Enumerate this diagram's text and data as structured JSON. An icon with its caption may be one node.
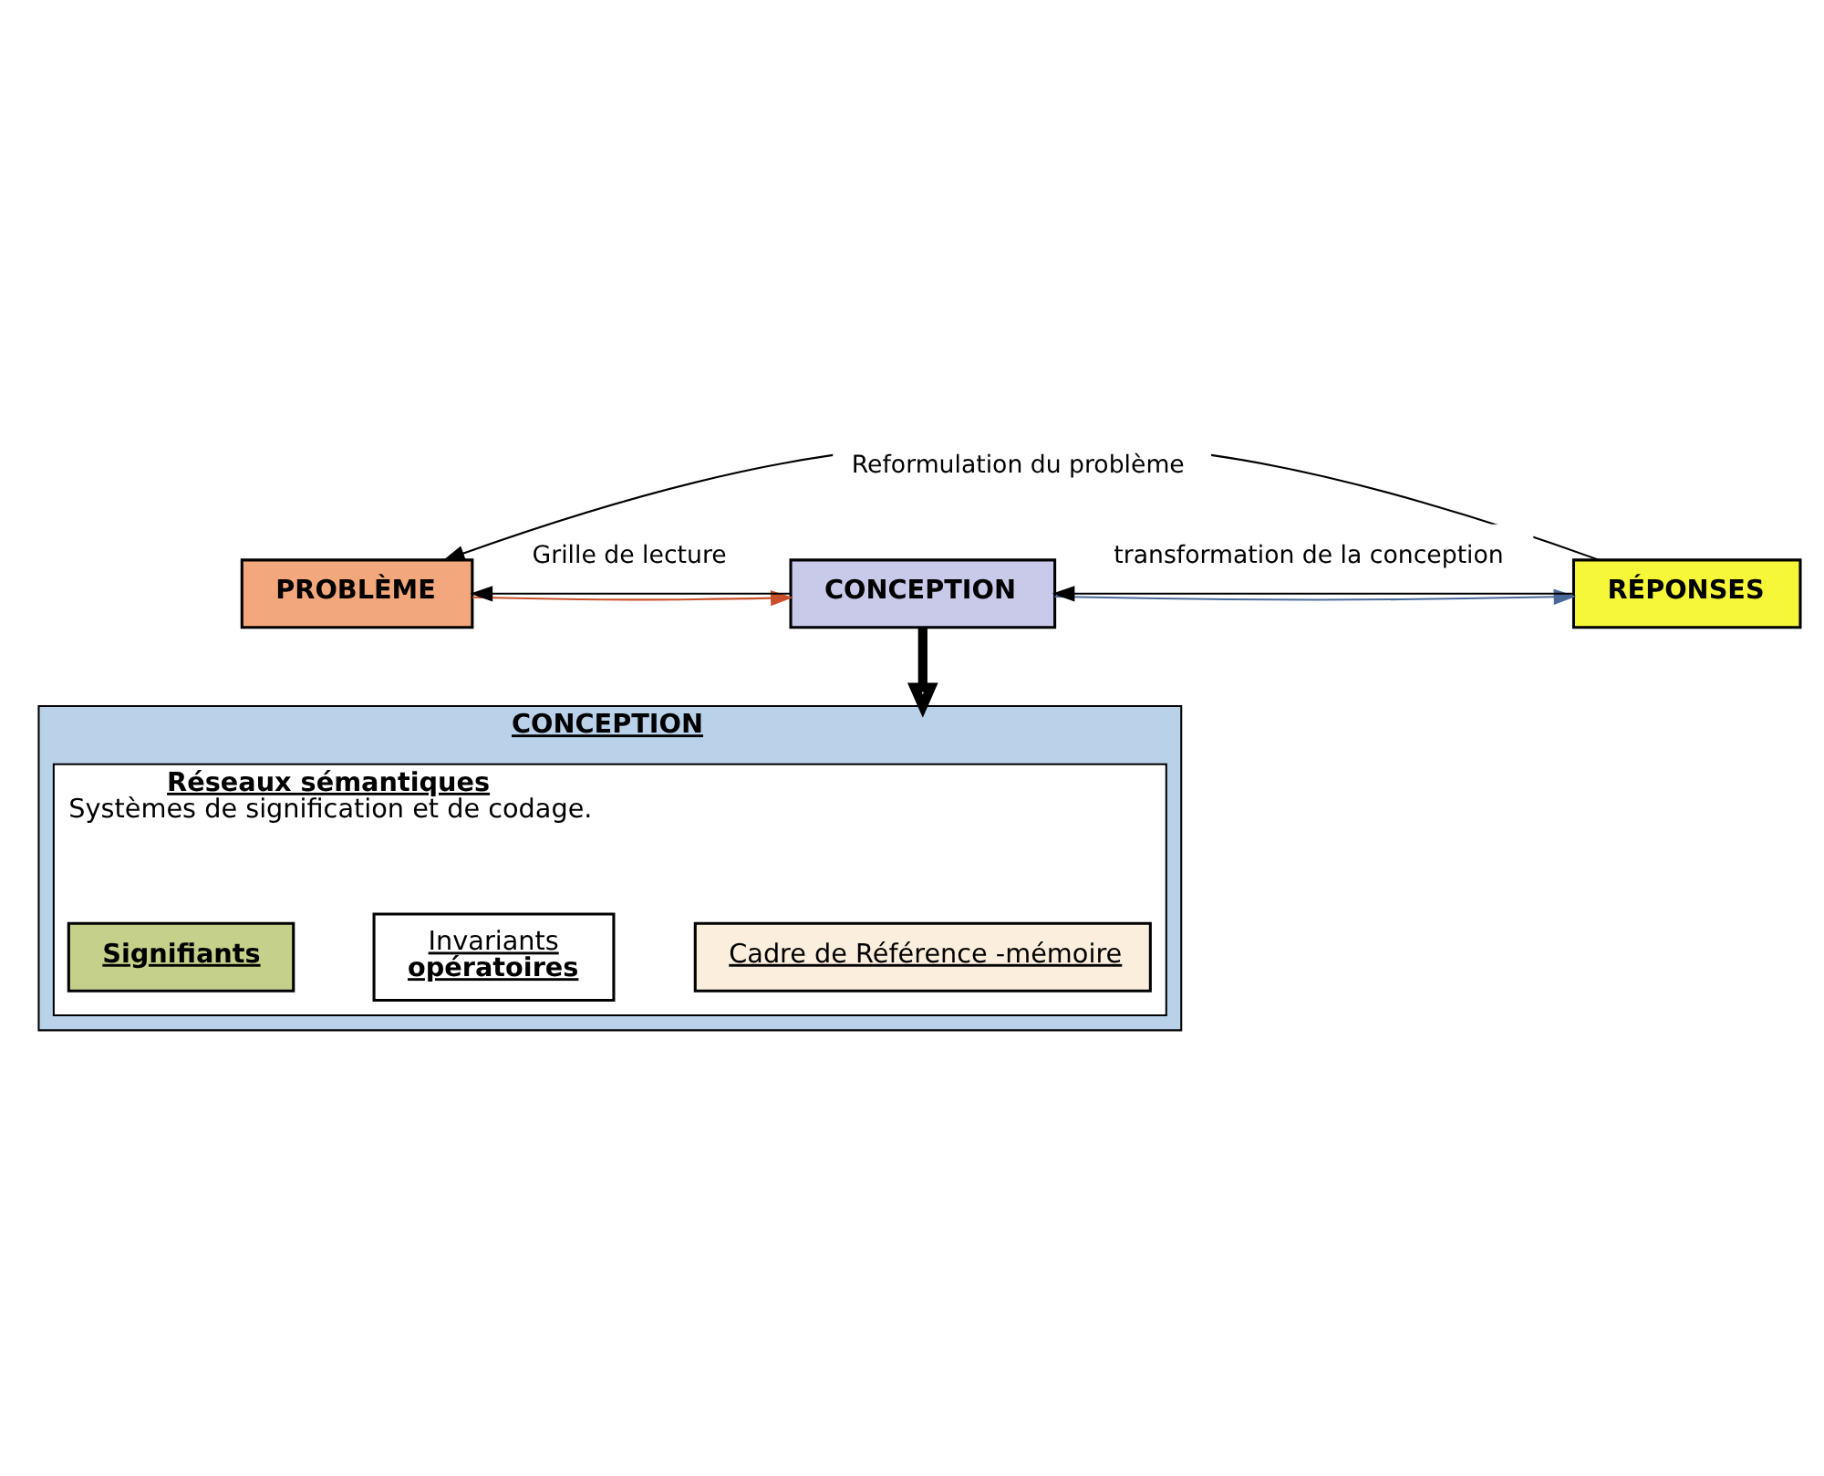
{
  "diagram": {
    "nodes": [
      {
        "text": [
          "PROBLÈME"
        ]
      },
      {
        "text": [
          "CONCEPTION"
        ]
      },
      {
        "text": [
          "RÉPONSES"
        ]
      },
      {
        "text": [
          "CONCEPTION"
        ]
      },
      {
        "text": [
          "Réseaux sémantiques",
          "Systèmes de signification et de codage."
        ],
        "in": 3
      },
      {
        "text": [
          "Cadre de Référence -mémoire"
        ],
        "in": 4
      },
      {
        "text": [
          "Invariants",
          "opératoires"
        ],
        "in": 4
      },
      {
        "text": [
          "Signifiants"
        ],
        "in": 4
      }
    ],
    "edges": [
      {
        "from": 0,
        "to": 1,
        "arrow": "to",
        "color": "#c8502a"
      },
      {
        "from": 1,
        "to": 2,
        "arrow": "to",
        "color": "#4a6a9a"
      },
      {
        "from": 1,
        "to": 0,
        "arrow": "to",
        "label": "Grille de lecture"
      },
      {
        "from": 2,
        "to": 0,
        "arrow": "to",
        "label": "Reformulation du problème"
      },
      {
        "from": 2,
        "to": 1,
        "arrow": "to",
        "label": "transformation de la conception"
      },
      {
        "from": 1,
        "to": 3,
        "arrow": "to",
        "style": "thick"
      }
    ]
  }
}
